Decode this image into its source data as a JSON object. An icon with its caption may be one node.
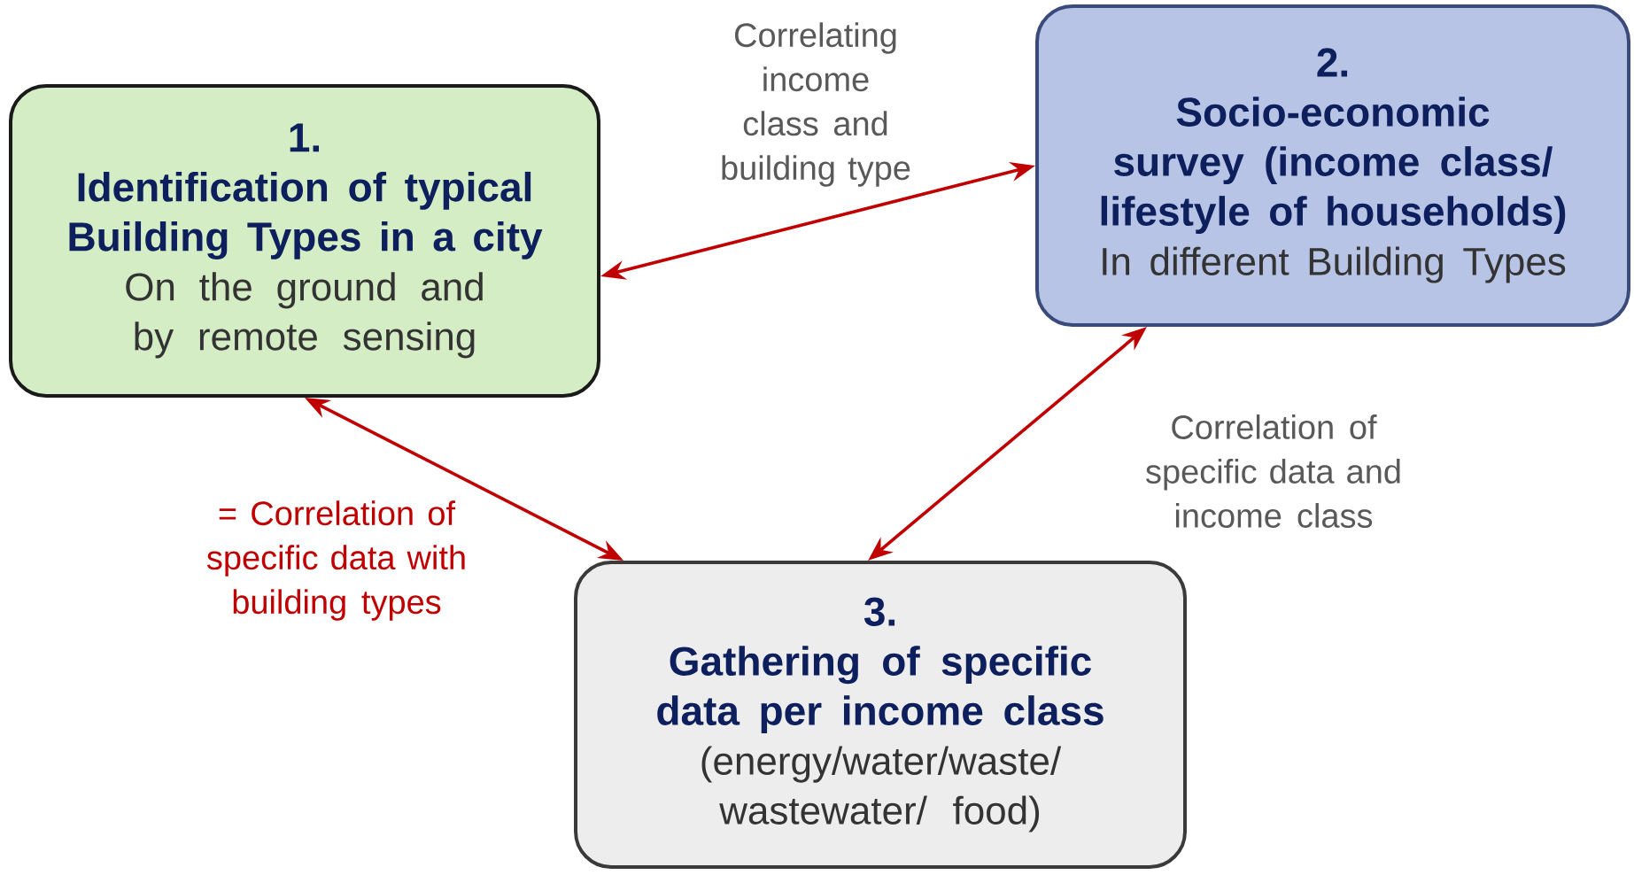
{
  "diagram": {
    "nodes": [
      {
        "text": [
          "1.",
          "Identification of typical Building Types in a city",
          "On the ground and by remote sensing"
        ]
      },
      {
        "text": [
          "2.",
          "Socio-economic survey (income class/ lifestyle of households)",
          "In different Building Types"
        ]
      },
      {
        "text": [
          "3.",
          "Gathering of specific data per income class",
          "(energy/water/waste/ wastewater/ food)"
        ]
      }
    ],
    "edges": [
      {
        "from": 0,
        "to": 1,
        "arrow": "both",
        "label": "Correlating income class and building type"
      },
      {
        "from": 0,
        "to": 2,
        "arrow": "both",
        "label": "= Correlation of specific data with building types"
      },
      {
        "from": 1,
        "to": 2,
        "arrow": "both",
        "label": "Correlation of specific data and income class"
      }
    ]
  }
}
